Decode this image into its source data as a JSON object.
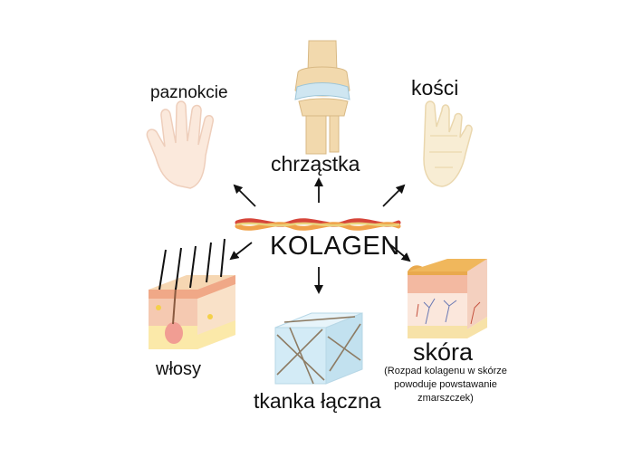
{
  "center": {
    "label": "KOLAGEN"
  },
  "nodes": {
    "nails": {
      "label": "paznokcie"
    },
    "cartilage": {
      "label": "chrząstka"
    },
    "bones": {
      "label": "kości"
    },
    "hair": {
      "label": "włosy"
    },
    "skin": {
      "label": "skóra",
      "note": "(Rozpad kolagenu w skórze powoduje powstawanie zmarszczek)"
    },
    "connective": {
      "label": "tkanka łączna"
    }
  },
  "colors": {
    "skin_tone": "#fbe6d6",
    "bone": "#f2d9ad",
    "cartilage_blue": "#cfe6f1",
    "collagen_red": "#d6453a",
    "collagen_orange": "#f0a24a",
    "skin_pink": "#f3b9a1",
    "skin_yellow": "#f7e2a8",
    "tissue_blue": "#d3ebf6"
  },
  "icons": [
    "hand-icon",
    "knee-joint-icon",
    "foot-bones-icon",
    "collagen-fiber-icon",
    "hair-follicle-icon",
    "skin-layers-icon",
    "connective-tissue-cube-icon"
  ]
}
